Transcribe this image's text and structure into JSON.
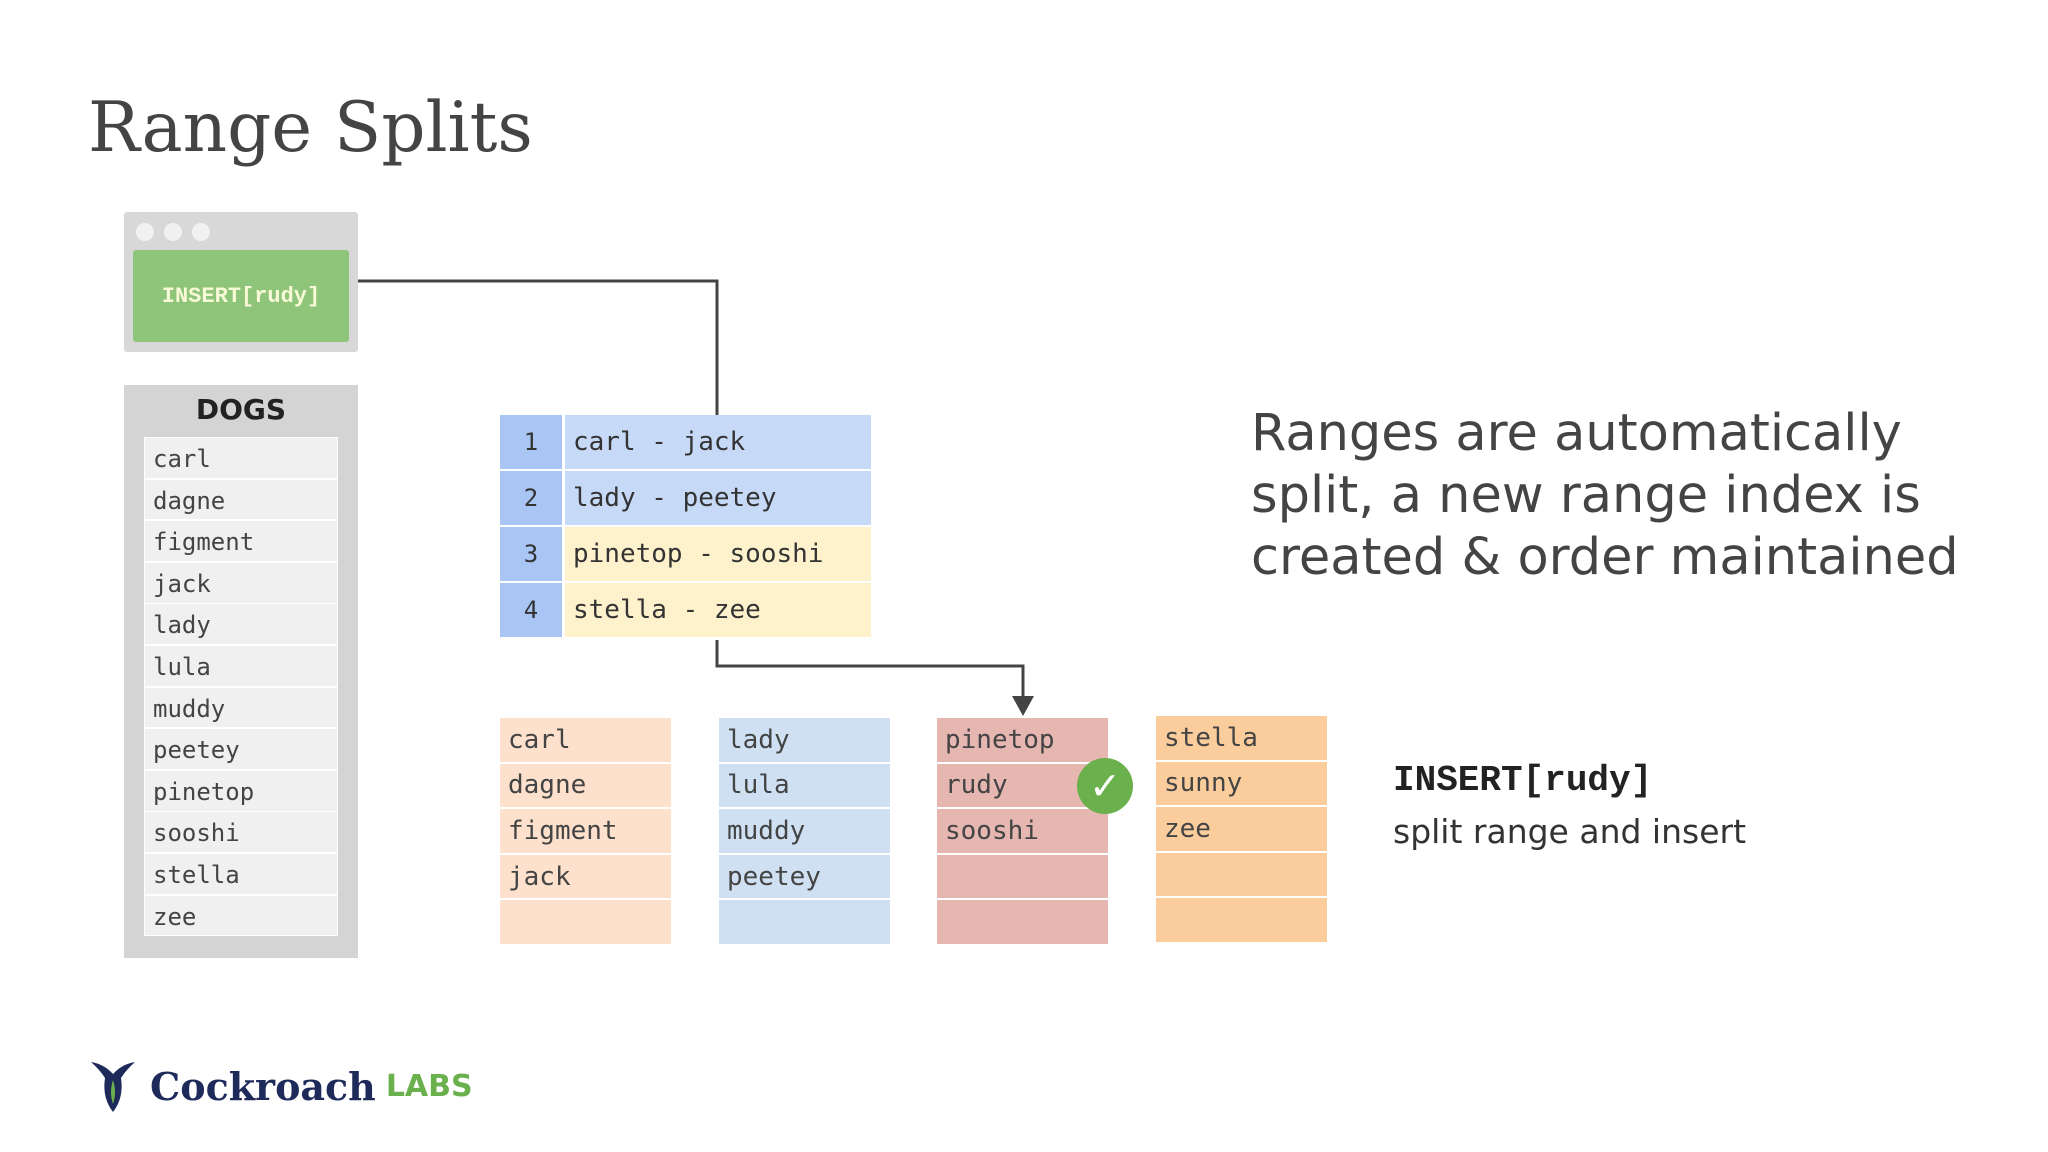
{
  "slide": {
    "title": "Range Splits"
  },
  "query_window": {
    "query": "INSERT[rudy]"
  },
  "dogs_table": {
    "header": "DOGS",
    "rows": [
      "carl",
      "dagne",
      "figment",
      "jack",
      "lady",
      "lula",
      "muddy",
      "peetey",
      "pinetop",
      "sooshi",
      "stella",
      "zee"
    ]
  },
  "range_index": {
    "rows": [
      {
        "id": "1",
        "span": "carl - jack"
      },
      {
        "id": "2",
        "span": "lady - peetey"
      },
      {
        "id": "3",
        "span": "pinetop - sooshi"
      },
      {
        "id": "4",
        "span": "stella - zee"
      }
    ]
  },
  "ranges": [
    {
      "cells": [
        "carl",
        "dagne",
        "figment",
        "jack",
        ""
      ]
    },
    {
      "cells": [
        "lady",
        "lula",
        "muddy",
        "peetey",
        ""
      ]
    },
    {
      "cells": [
        "pinetop",
        "rudy",
        "sooshi",
        "",
        ""
      ]
    },
    {
      "cells": [
        "stella",
        "sunny",
        "zee",
        "",
        ""
      ]
    }
  ],
  "description": "Ranges are automatically split, a new range index is created & order maintained",
  "insert_note": {
    "label": "INSERT[rudy]",
    "caption": "split range and insert"
  },
  "logo": {
    "name": "Cockroach",
    "suffix": "LABS"
  },
  "colors": {
    "query_green": "#8fc57b",
    "index_blue": "#a9c5f3",
    "range_peach": "#fde1cc",
    "range_blue": "#cfe0f3",
    "range_red": "#e6b6b1",
    "range_orange": "#fbcd9c",
    "check_green": "#6ab04c",
    "logo_navy": "#1e2a5a"
  },
  "icons": [
    "check-icon",
    "cockroach-logo-icon",
    "window-dot-icon"
  ]
}
